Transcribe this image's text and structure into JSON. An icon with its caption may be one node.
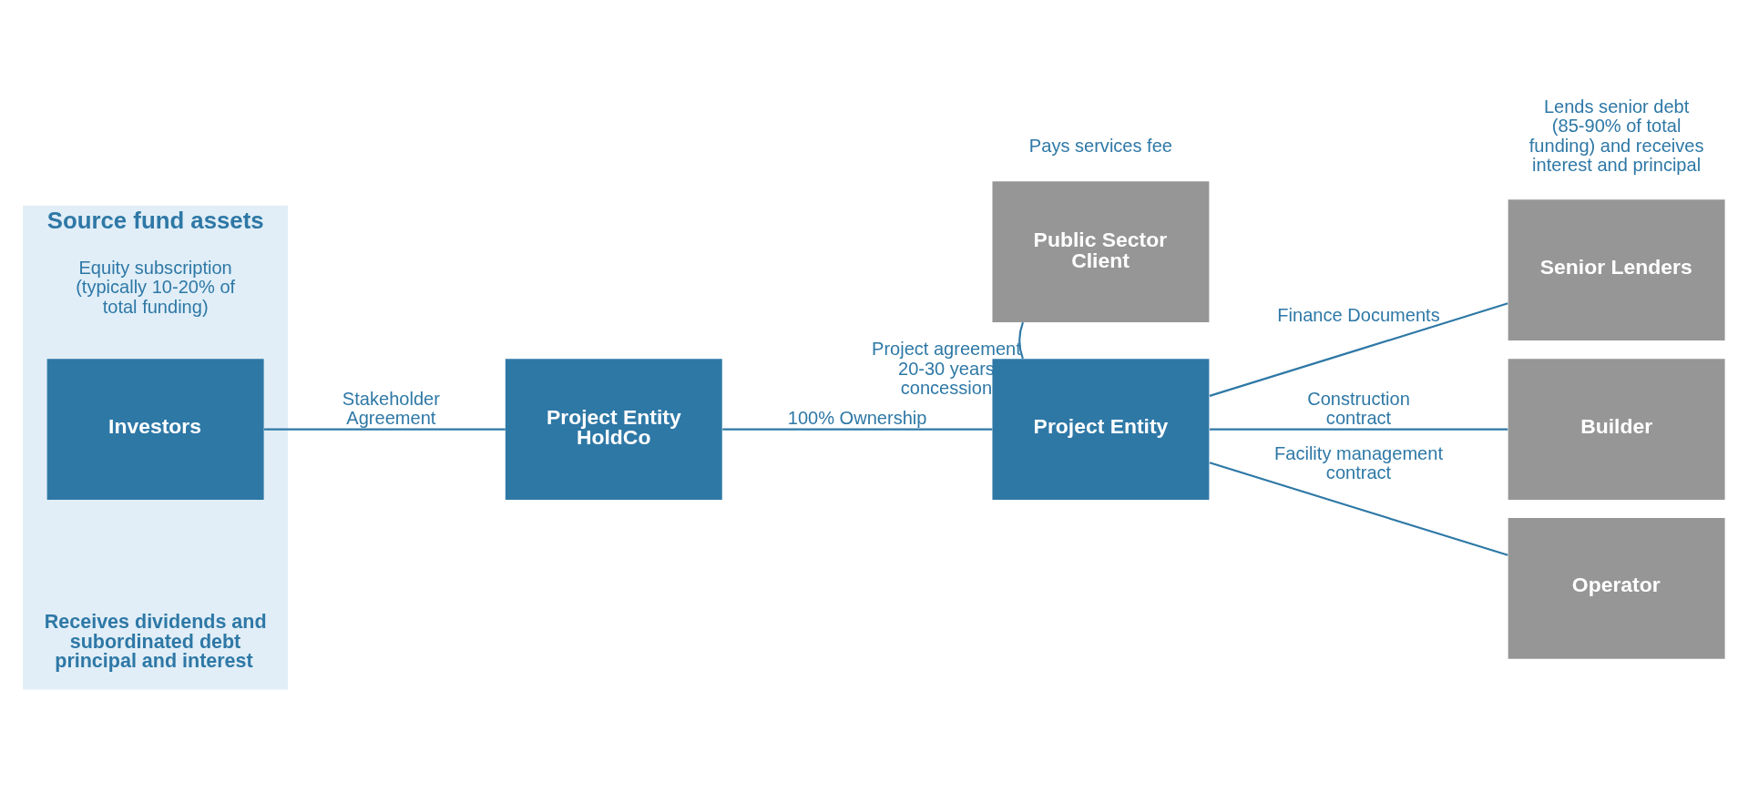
{
  "diagram": {
    "nodes": [
      {
        "text": [
          "Source fund assets"
        ]
      },
      {
        "text": [
          "Investors"
        ],
        "in": 0,
        "beside": [
          "Equity subscription (typically 10-20% of total funding)"
        ]
      },
      {
        "text": [
          "Project Entity HoldCo"
        ]
      },
      {
        "text": [
          "Public Sector Client"
        ],
        "beside": [
          "Pays services fee"
        ]
      },
      {
        "text": [
          "Project Entity"
        ]
      },
      {
        "text": [
          "Senior Lenders"
        ],
        "beside": [
          "Lends senior debt (85-90% of total funding) and receives interest and principal"
        ]
      },
      {
        "text": [
          "Builder"
        ]
      },
      {
        "text": [
          "Operator"
        ]
      }
    ],
    "edges": [
      {
        "from": 1,
        "to": 2,
        "arrow": "none",
        "label": "Stakeholder Agreement"
      },
      {
        "from": 2,
        "to": 4,
        "arrow": "none",
        "label": "100% Ownership"
      },
      {
        "from": 3,
        "to": 4,
        "arrow": "none",
        "label": "Project agreement 20-30 years concession"
      },
      {
        "from": 4,
        "to": 5,
        "arrow": "none",
        "label": "Finance Documents"
      },
      {
        "from": 4,
        "to": 6,
        "arrow": "none",
        "label": "Construction contract"
      },
      {
        "from": 4,
        "to": 7,
        "arrow": "none",
        "label": "Facility management contract"
      }
    ],
    "labels": [
      "Receives dividends and subordinated debt principal and interest"
    ]
  }
}
